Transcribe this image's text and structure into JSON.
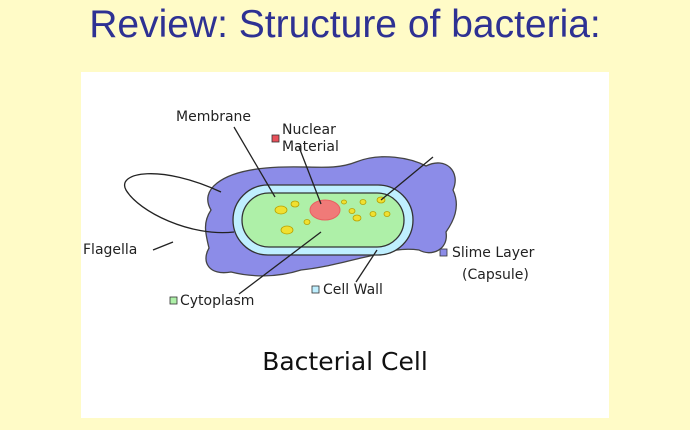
{
  "slide": {
    "title": "Review: Structure of bacteria:"
  },
  "diagram": {
    "labels": {
      "membrane": "Membrane",
      "nuclear_1": "Nuclear",
      "nuclear_2": "Material",
      "flagella": "Flagella",
      "slime_1": "Slime Layer",
      "slime_2": "(Capsule)",
      "cytoplasm": "Cytoplasm",
      "cell_wall": "Cell Wall"
    },
    "caption": "Bacterial Cell",
    "colors": {
      "background": "#fffbc7",
      "title": "#2e3193",
      "slime_layer": "#8c8ce8",
      "cell_wall": "#bfefff",
      "cytoplasm": "#aef0a8",
      "nuclear_material": "#f07a78",
      "granules": "#f0e030"
    }
  }
}
